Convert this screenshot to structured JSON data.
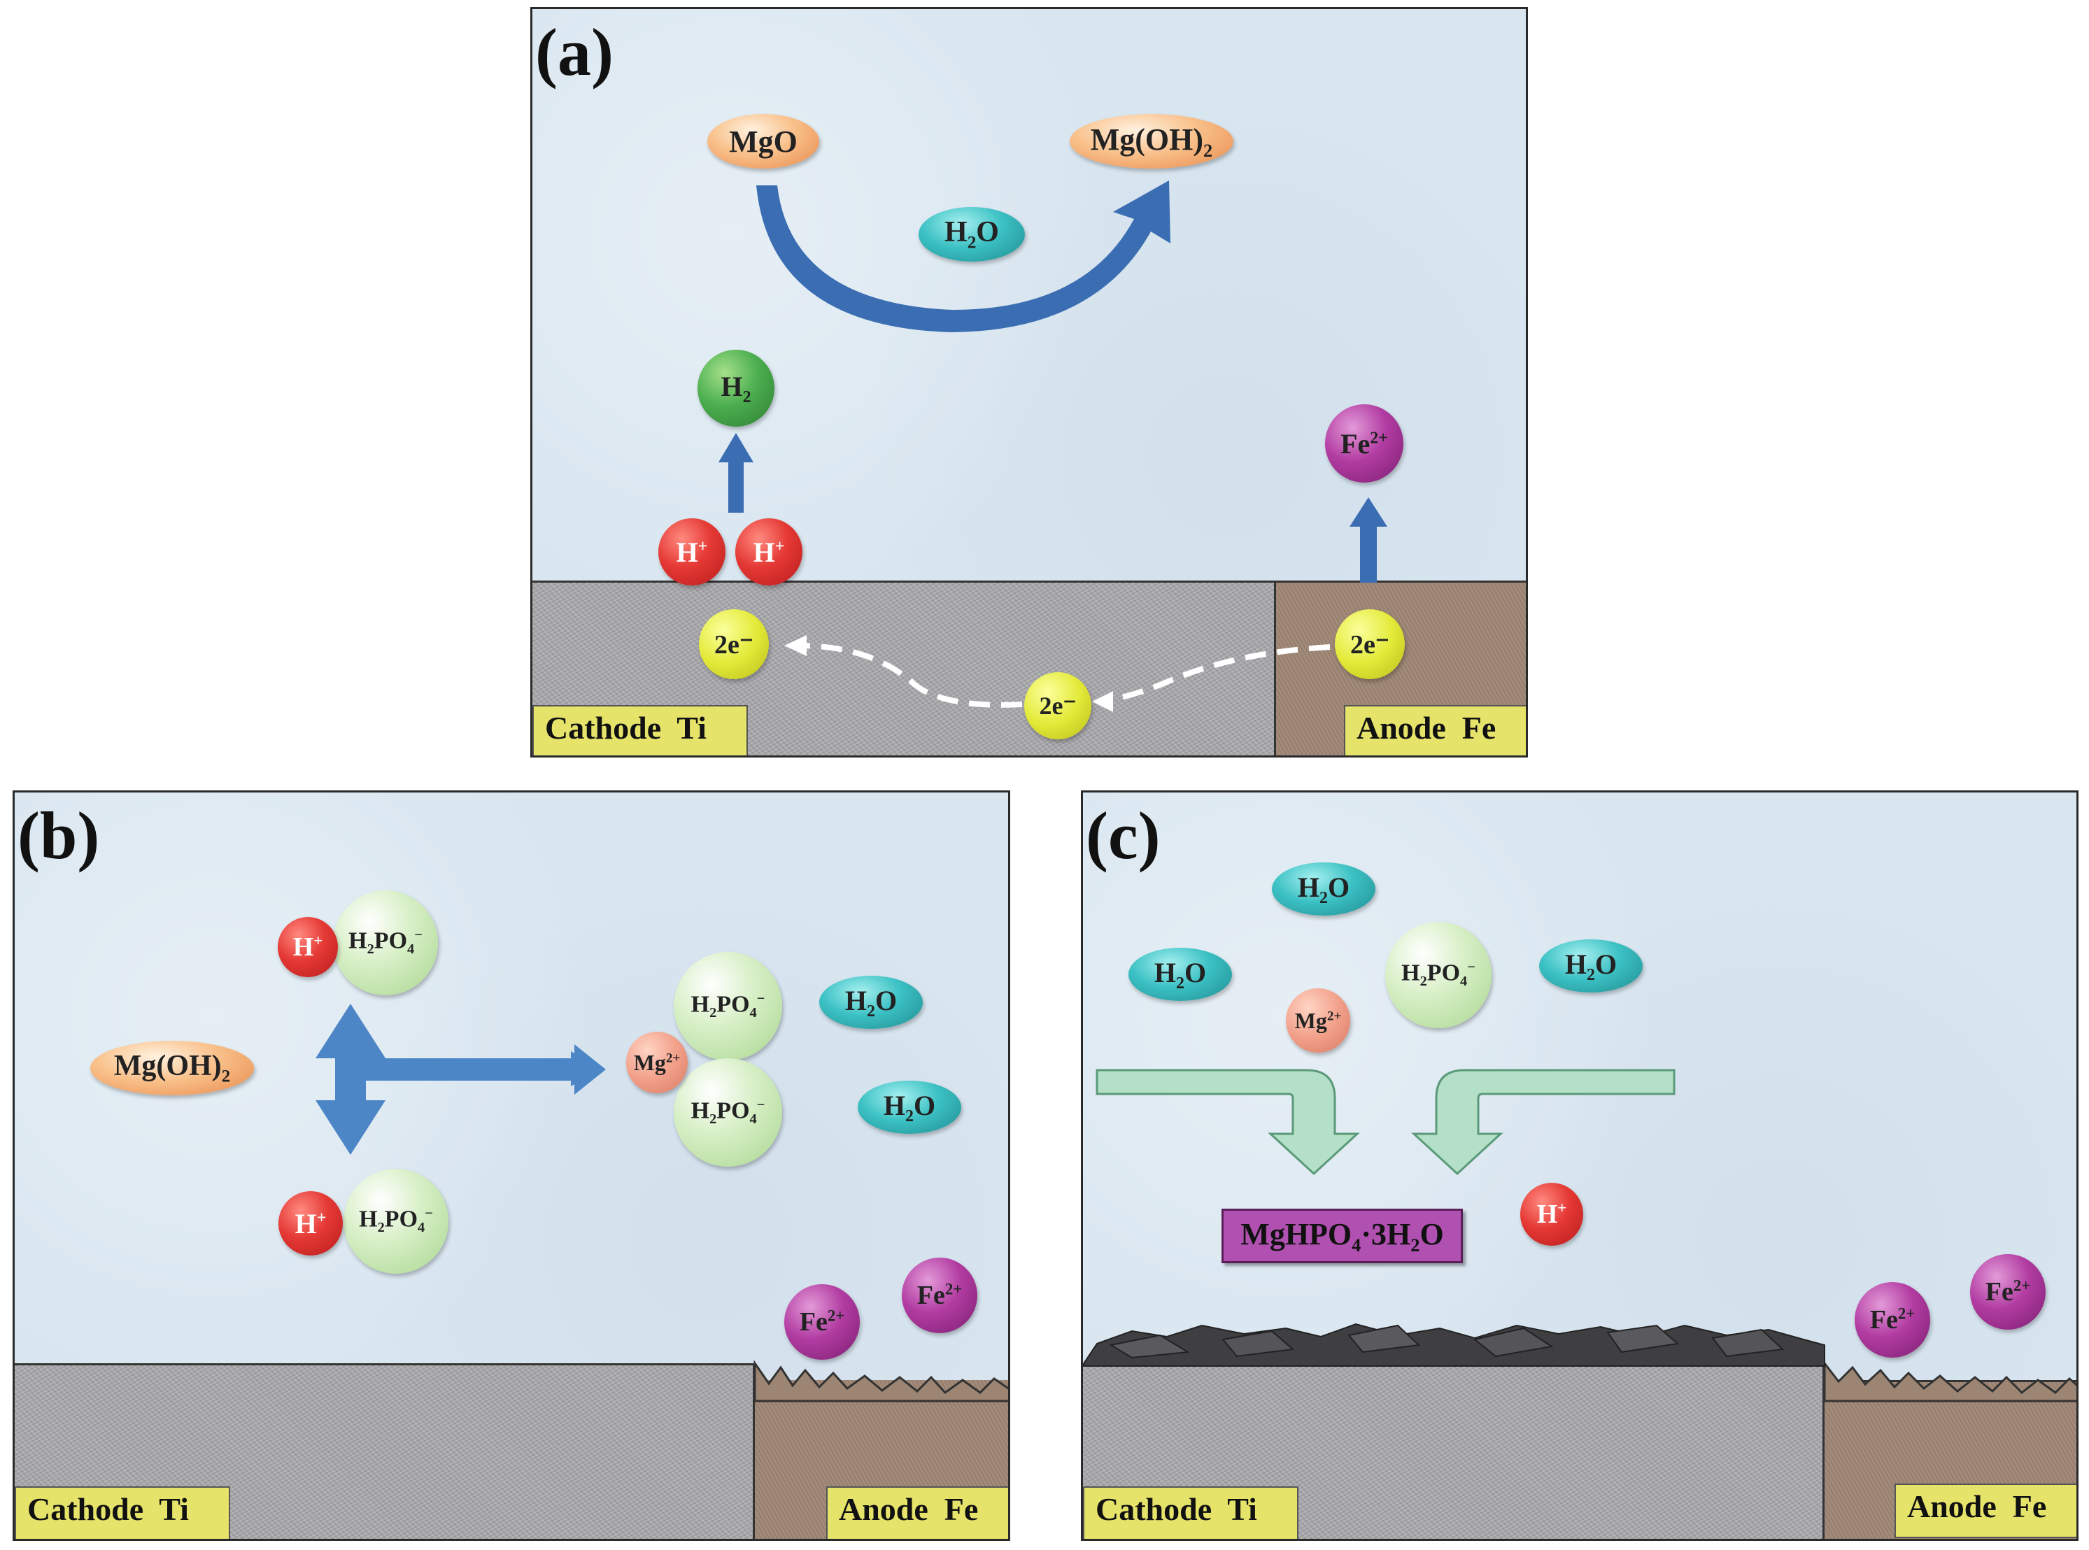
{
  "panel_a": {
    "label": "(a)",
    "species": {
      "mgo": "MgO",
      "mgoh2_base": "Mg(OH)",
      "mgoh2_sub": "2",
      "h2o_base": "H",
      "h2o_sub": "2",
      "h2o_end": "O",
      "h2_base": "H",
      "h2_sub": "2",
      "fe_base": "Fe",
      "fe_sup": "2+",
      "hplus_base": "H",
      "hplus_sup": "+",
      "electron": "2e⁻"
    },
    "cathode_label": "Cathode  Ti",
    "anode_label": "Anode  Fe"
  },
  "panel_b": {
    "label": "(b)",
    "species": {
      "hplus_base": "H",
      "hplus_sup": "+",
      "h2po4_base": "H",
      "h2po4_sub1": "2",
      "h2po4_mid": "PO",
      "h2po4_sub2": "4",
      "h2po4_sup": "−",
      "mgoh2_base": "Mg(OH)",
      "mgoh2_sub": "2",
      "mg_base": "Mg",
      "mg_sup": "2+",
      "h2o_base": "H",
      "h2o_sub": "2",
      "h2o_end": "O",
      "fe_base": "Fe",
      "fe_sup": "2+"
    },
    "cathode_label": "Cathode  Ti",
    "anode_label": "Anode  Fe"
  },
  "panel_c": {
    "label": "(c)",
    "species": {
      "h2o_base": "H",
      "h2o_sub": "2",
      "h2o_end": "O",
      "h2po4_base": "H",
      "h2po4_sub1": "2",
      "h2po4_mid": "PO",
      "h2po4_sub2": "4",
      "h2po4_sup": "−",
      "mg_base": "Mg",
      "mg_sup": "2+",
      "hplus_base": "H",
      "hplus_sup": "+",
      "fe_base": "Fe",
      "fe_sup": "2+"
    },
    "product": {
      "part1": "MgHPO",
      "sub1": "4",
      "part2": "·3H",
      "sub2": "2",
      "part3": "O"
    },
    "cathode_label": "Cathode  Ti",
    "anode_label": "Anode  Fe"
  },
  "colors": {
    "solution": "#d9e6f0",
    "titanium": "#a9a9ad",
    "iron": "#9d8573",
    "label_bg": "#e6e36a",
    "arrow_blue": "#3b6db3",
    "arrow_green": "#b5e0c8",
    "product": "#b050b0"
  }
}
